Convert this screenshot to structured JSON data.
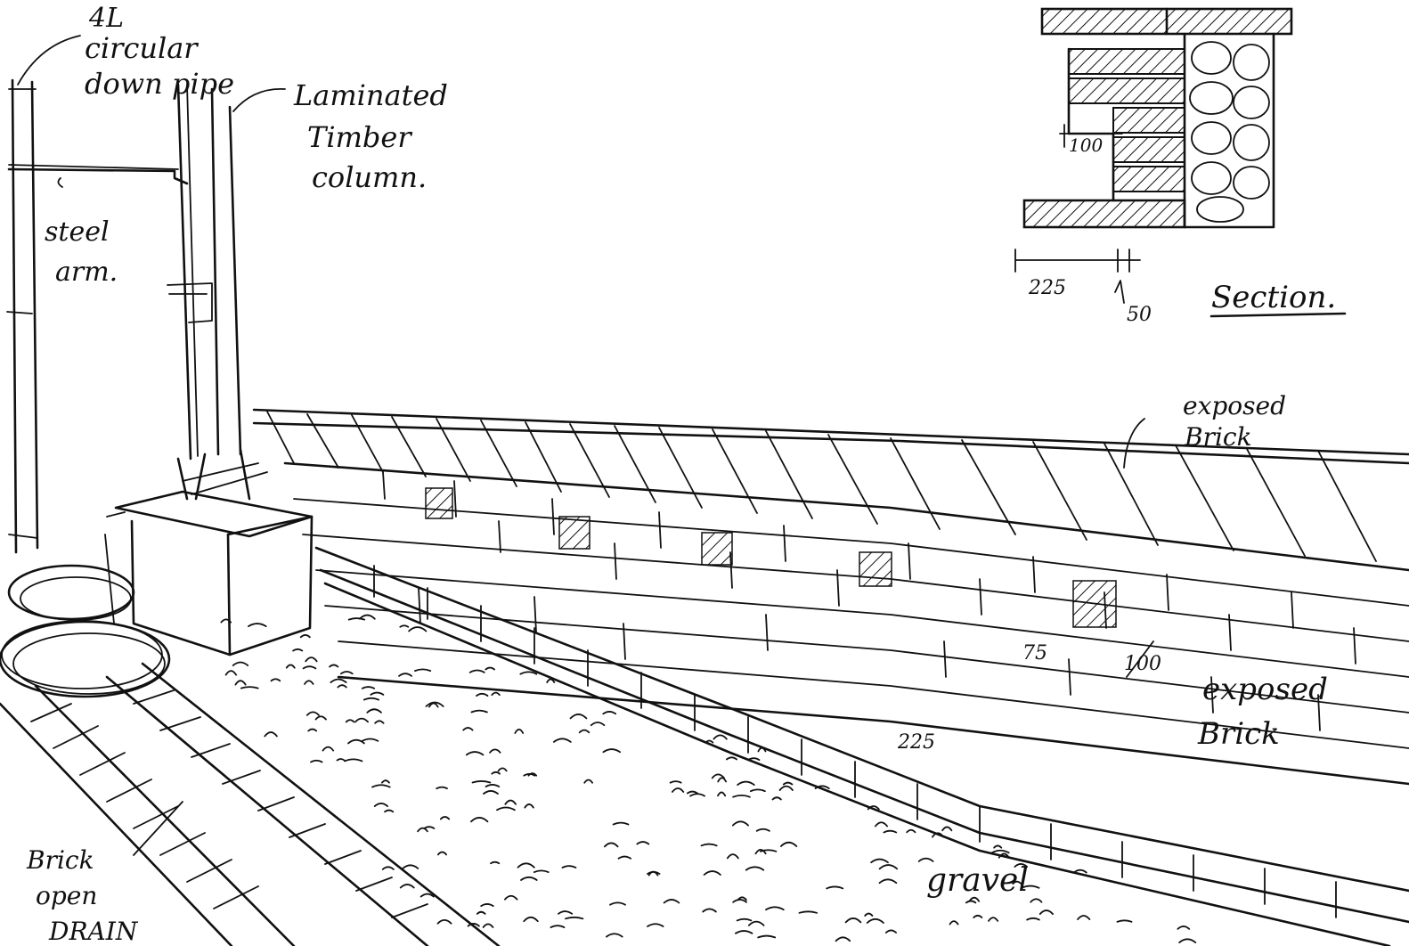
{
  "labels": {
    "pipe_line1": "4L",
    "pipe_line2": "circular",
    "pipe_line3": "down pipe",
    "timber_line1": "Laminated",
    "timber_line2": "Timber",
    "timber_line3": "column.",
    "steel_line1": "steel",
    "steel_line2": "arm.",
    "exposed_top_line1": "exposed",
    "exposed_top_line2": "Brick",
    "exposed_side_line1": "exposed",
    "exposed_side_line2": "Brick",
    "drain_line1": "Brick",
    "drain_line2": "open",
    "drain_line3": "DRAIN",
    "gravel": "gravel",
    "section_title": "Section."
  },
  "dimensions": {
    "section_100": "100",
    "section_225": "225",
    "section_50": "50",
    "dim_75": "75",
    "dim_100": "100",
    "dim_225": "225"
  }
}
